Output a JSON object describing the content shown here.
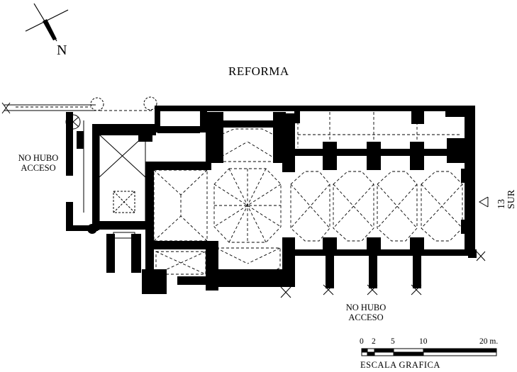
{
  "title": "REFORMA",
  "north_label": "N",
  "annotations": {
    "no_access_west": [
      "NO HUBO",
      "ACCESO"
    ],
    "no_access_south": [
      "NO HUBO",
      "ACCESO"
    ],
    "street": "13 SUR"
  },
  "scale_bar": {
    "ticks": [
      "0",
      "2",
      "5",
      "10",
      "20 m."
    ],
    "caption": "ESCALA GRAFICA"
  },
  "colors": {
    "ink": "#000000",
    "paper": "#ffffff"
  }
}
